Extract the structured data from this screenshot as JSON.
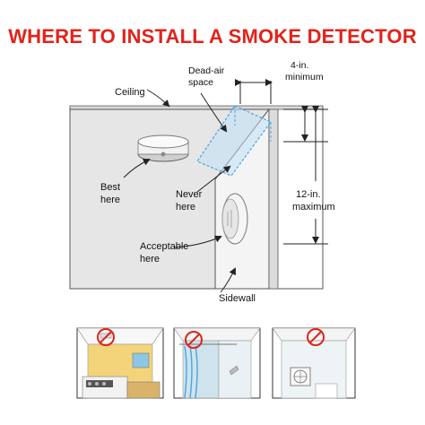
{
  "title": "WHERE TO INSTALL A SMOKE DETECTOR",
  "labels": {
    "ceiling": "Ceiling",
    "dead_air_1": "Dead-air",
    "dead_air_2": "space",
    "four_in_1": "4-in.",
    "four_in_2": "minimum",
    "best_1": "Best",
    "best_2": "here",
    "never_1": "Never",
    "never_2": "here",
    "twelve_in_1": "12-in.",
    "twelve_in_2": "maximum",
    "acceptable_1": "Acceptable",
    "acceptable_2": "here",
    "sidewall": "Sidewall"
  },
  "colors": {
    "title": "#e2231a",
    "wall": "#e3e3e3",
    "ceiling": "#ffffff",
    "dead_air": "#4aa3df",
    "prohibit": "#d9261c",
    "kitchen_wall": "#f4d47a",
    "bathroom_wall": "#cfe3ec"
  },
  "icons": {
    "detector": "smoke-detector-icon",
    "prohibited": "no-entry-icon"
  }
}
